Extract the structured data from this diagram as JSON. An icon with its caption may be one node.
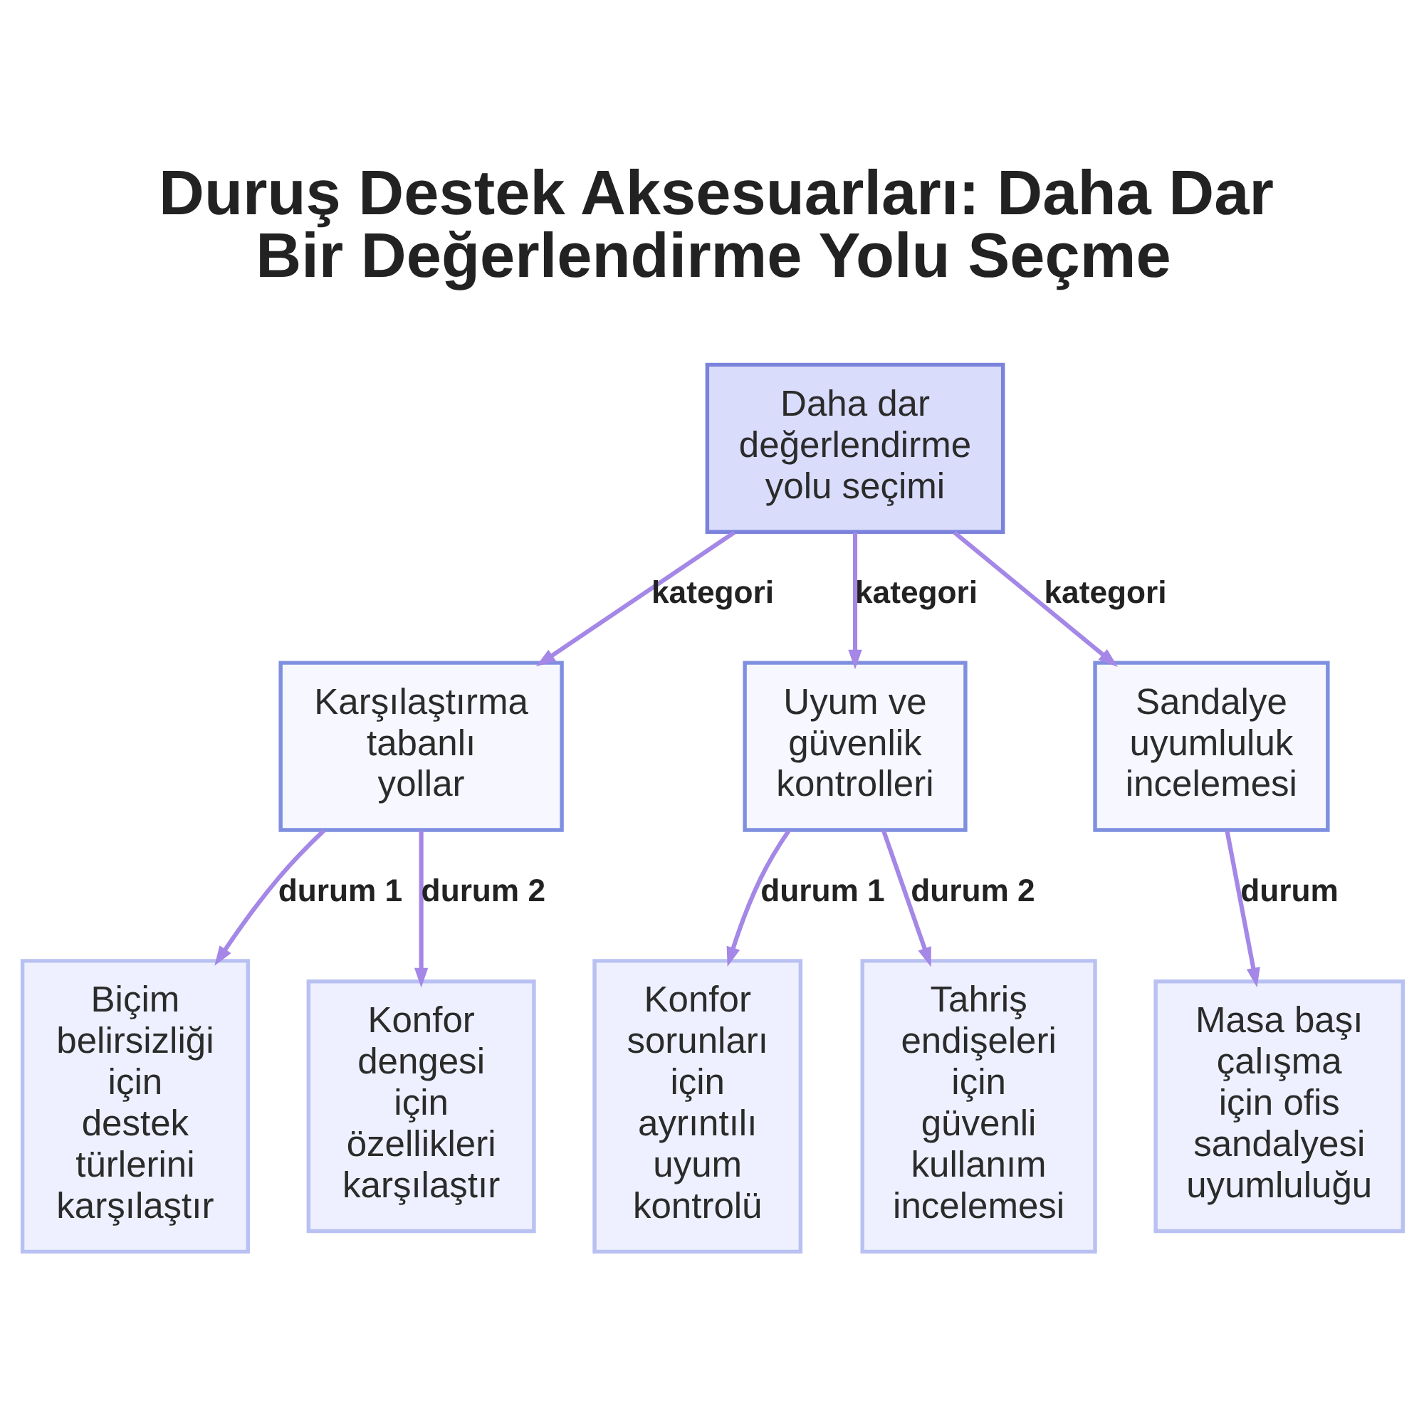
{
  "diagram": {
    "title": "Duruş Destek Aksesuarları: Daha Dar Bir Değerlendirme Yolu Seçme",
    "nodes": [
      {
        "text": [
          "Daha dar değerlendirme yolu seçimi"
        ]
      },
      {
        "text": [
          "Karşılaştırma tabanlı yollar"
        ]
      },
      {
        "text": [
          "Uyum ve güvenlik kontrolleri"
        ]
      },
      {
        "text": [
          "Sandalye uyumluluk incelemesi"
        ]
      },
      {
        "text": [
          "Biçim belirsizliği için destek türlerini karşılaştır"
        ]
      },
      {
        "text": [
          "Konfor dengesi için özellikleri karşılaştır"
        ]
      },
      {
        "text": [
          "Konfor sorunları için ayrıntılı uyum kontrolü"
        ]
      },
      {
        "text": [
          "Tahriş endişeleri için güvenli kullanım incelemesi"
        ]
      },
      {
        "text": [
          "Masa başı çalışma için ofis sandalyesi uyumluluğu"
        ]
      }
    ],
    "edges": [
      {
        "from": 0,
        "to": 1,
        "arrow": "to",
        "label": "kategori"
      },
      {
        "from": 0,
        "to": 2,
        "arrow": "to",
        "label": "kategori"
      },
      {
        "from": 0,
        "to": 3,
        "arrow": "to",
        "label": "kategori"
      },
      {
        "from": 1,
        "to": 4,
        "arrow": "to",
        "label": "durum 1"
      },
      {
        "from": 1,
        "to": 5,
        "arrow": "to",
        "label": "durum 2"
      },
      {
        "from": 2,
        "to": 6,
        "arrow": "to",
        "label": "durum 1"
      },
      {
        "from": 2,
        "to": 7,
        "arrow": "to",
        "label": "durum 2"
      },
      {
        "from": 3,
        "to": 8,
        "arrow": "to",
        "label": "durum"
      }
    ]
  }
}
